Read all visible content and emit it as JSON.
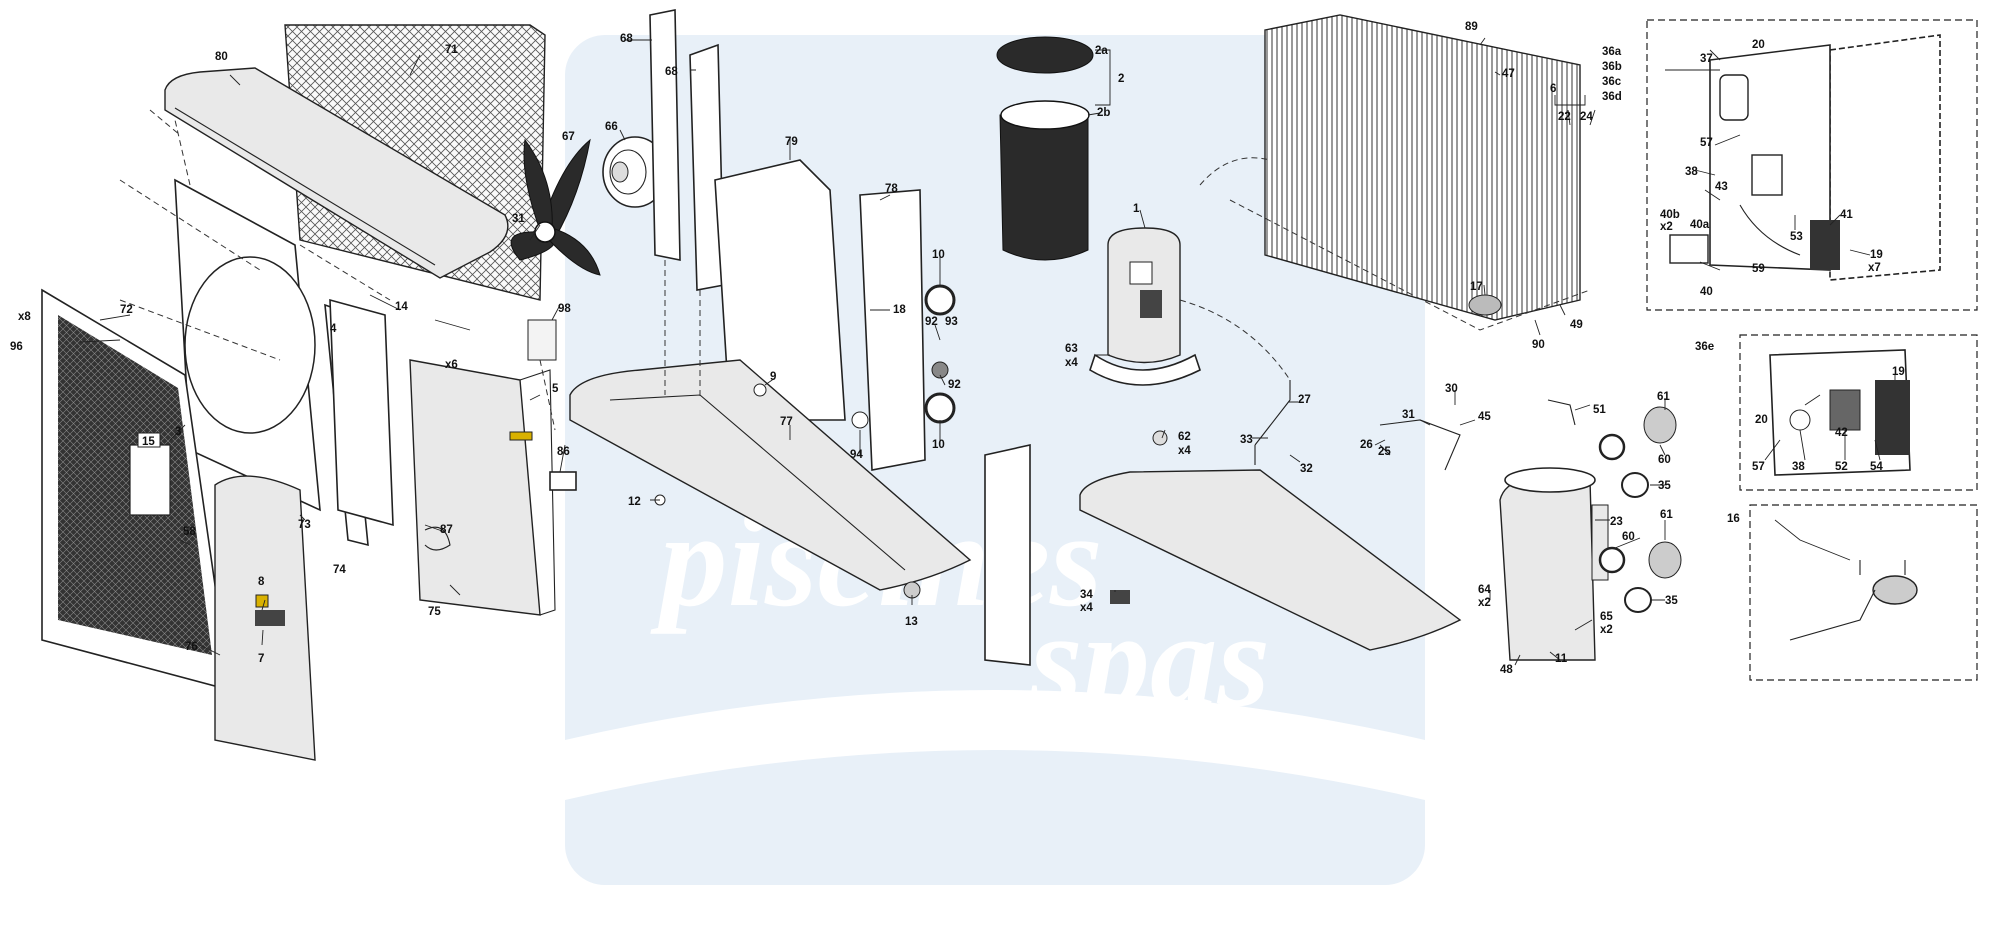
{
  "watermark": {
    "line1": "piscines",
    "amp": "&",
    "line2": "spas",
    "color": "#e8f0f8"
  },
  "labels": {
    "n80": "80",
    "n71": "71",
    "n72": "72",
    "n96": "96",
    "x8": "x8",
    "n3": "3",
    "n15": "15",
    "n58": "58",
    "n73": "73",
    "n74": "74",
    "n14": "14",
    "n31": "31",
    "n67": "67",
    "n66": "66",
    "n98": "98",
    "n4": "4",
    "x6": "x6",
    "n5": "5",
    "n86": "86",
    "n87": "87",
    "n75": "75",
    "n76": "76",
    "n8": "8",
    "n7": "7",
    "n68a": "68",
    "n68b": "68",
    "n79": "79",
    "n78": "78",
    "n18": "18",
    "n10a": "10",
    "n92a": "92",
    "n93": "93",
    "n92b": "92",
    "n9": "9",
    "n10b": "10",
    "n77": "77",
    "n94": "94",
    "n12": "12",
    "n13": "13",
    "n2a": "2a",
    "n2": "2",
    "n2b": "2b",
    "n1": "1",
    "n63": "63",
    "x4a": "x4",
    "n62": "62",
    "x4b": "x4",
    "n27": "27",
    "n33": "33",
    "n32": "32",
    "n34": "34",
    "x4c": "x4",
    "n89": "89",
    "n47": "47",
    "n6": "6",
    "n22": "22",
    "n24": "24",
    "n17": "17",
    "n90": "90",
    "n49": "49",
    "n30": "30",
    "n31b": "31",
    "n45": "45",
    "n26": "26",
    "n25": "25",
    "n51": "51",
    "n61a": "61",
    "n60a": "60",
    "n35a": "35",
    "n23": "23",
    "n61b": "61",
    "n60b": "60",
    "n35b": "35",
    "n64": "64",
    "x2a": "x2",
    "n65": "65",
    "x2b": "x2",
    "n48": "48",
    "n11": "11",
    "n36a": "36a",
    "n36b": "36b",
    "n36c": "36c",
    "n36d": "36d",
    "n37": "37",
    "n20a": "20",
    "n57a": "57",
    "n38a": "38",
    "n43": "43",
    "n40b": "40b",
    "x2c": "x2",
    "n40a": "40a",
    "n53": "53",
    "n41": "41",
    "n19a": "19",
    "x7": "x7",
    "n59": "59",
    "n40": "40",
    "n36e": "36e",
    "n19b": "19",
    "n20b": "20",
    "n57b": "57",
    "n38b": "38",
    "n42": "42",
    "n52": "52",
    "n54": "54",
    "n16": "16"
  }
}
